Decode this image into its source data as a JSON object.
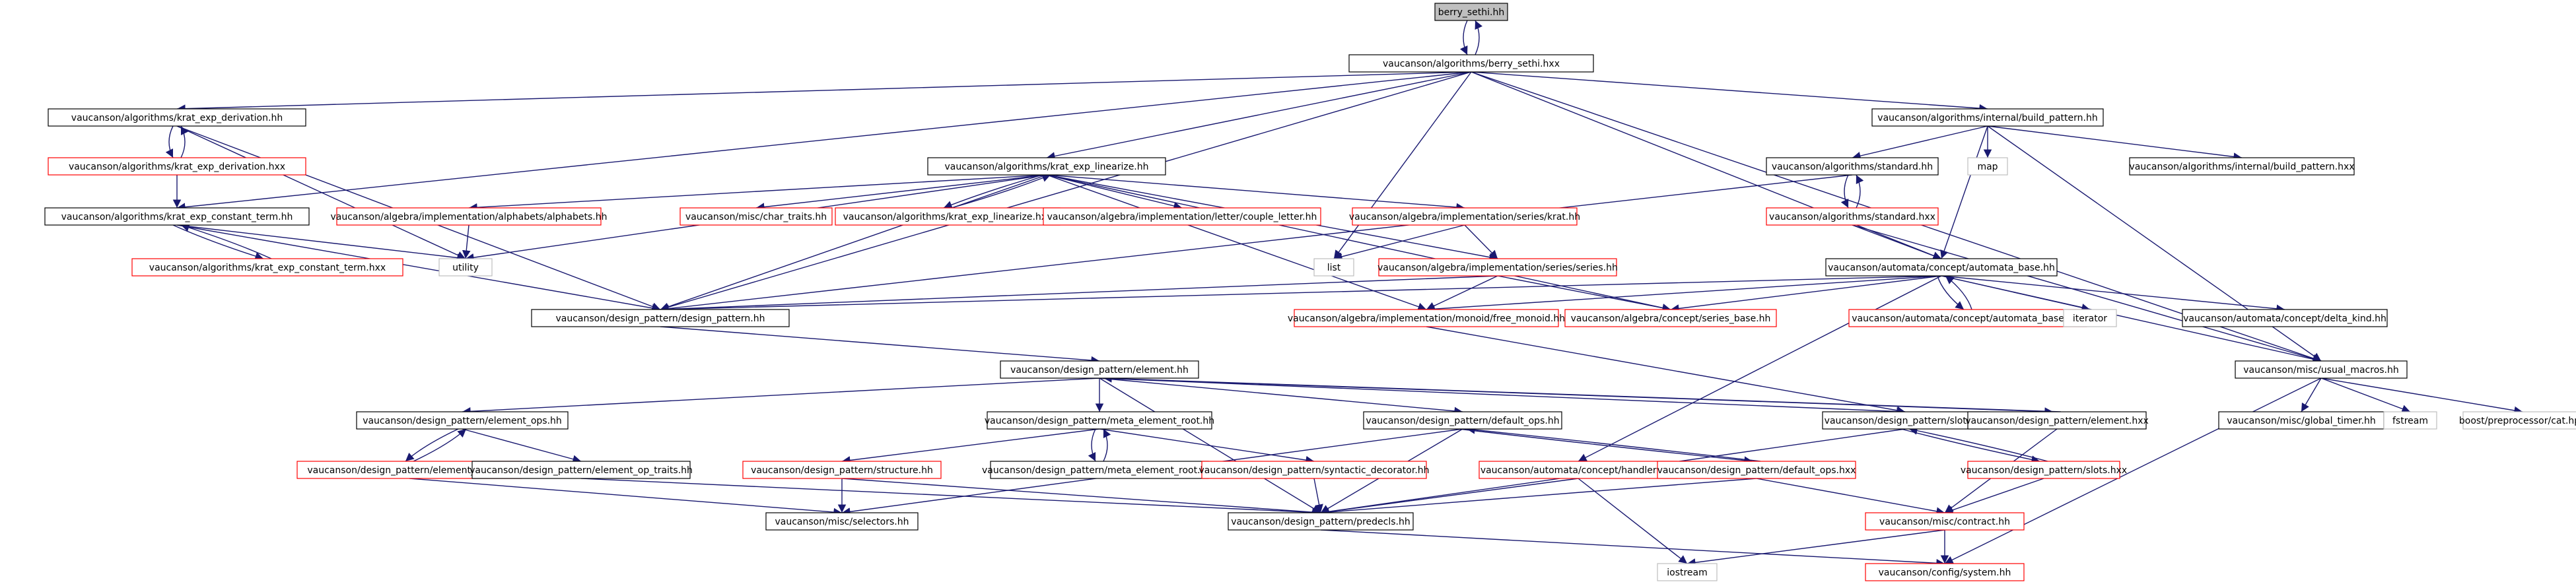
{
  "colors": {
    "edge": "#191970",
    "box_black": "#000000",
    "box_red": "#ff0000",
    "box_gray": "#bfbfbf",
    "root_fill": "#bfbfbf",
    "text": "#000000"
  },
  "nodes": [
    {
      "id": "n0",
      "label": "berry_sethi.hh",
      "style": "root"
    },
    {
      "id": "n1",
      "label": "vaucanson/algorithms/berry_sethi.hxx",
      "style": "black"
    },
    {
      "id": "n2",
      "label": "vaucanson/algorithms/krat_exp_derivation.hh",
      "style": "black"
    },
    {
      "id": "n3",
      "label": "vaucanson/algorithms/krat_exp_derivation.hxx",
      "style": "red"
    },
    {
      "id": "n4",
      "label": "vaucanson/algorithms/krat_exp_constant_term.hh",
      "style": "black"
    },
    {
      "id": "n5",
      "label": "vaucanson/algorithms/krat_exp_constant_term.hxx",
      "style": "red"
    },
    {
      "id": "n6",
      "label": "vaucanson/algorithms/krat_exp_linearize.hh",
      "style": "black"
    },
    {
      "id": "n7",
      "label": "vaucanson/algebra/implementation/alphabets/alphabets.hh",
      "style": "red"
    },
    {
      "id": "n8",
      "label": "vaucanson/misc/char_traits.hh",
      "style": "red"
    },
    {
      "id": "n9",
      "label": "vaucanson/algorithms/krat_exp_linearize.hxx",
      "style": "red"
    },
    {
      "id": "n10",
      "label": "vaucanson/algebra/implementation/letter/couple_letter.hh",
      "style": "red"
    },
    {
      "id": "n11",
      "label": "vaucanson/algebra/implementation/series/krat.hh",
      "style": "red"
    },
    {
      "id": "n12",
      "label": "utility",
      "style": "gray"
    },
    {
      "id": "n13",
      "label": "list",
      "style": "gray"
    },
    {
      "id": "n14",
      "label": "vaucanson/algebra/implementation/series/series.hh",
      "style": "red"
    },
    {
      "id": "n15",
      "label": "vaucanson/design_pattern/design_pattern.hh",
      "style": "black"
    },
    {
      "id": "n16",
      "label": "vaucanson/algebra/implementation/monoid/free_monoid.hh",
      "style": "red"
    },
    {
      "id": "n17",
      "label": "vaucanson/algebra/concept/series_base.hh",
      "style": "red"
    },
    {
      "id": "n18",
      "label": "vaucanson/algorithms/internal/build_pattern.hh",
      "style": "black"
    },
    {
      "id": "n19",
      "label": "vaucanson/algorithms/standard.hh",
      "style": "black"
    },
    {
      "id": "n20",
      "label": "map",
      "style": "gray"
    },
    {
      "id": "n21",
      "label": "vaucanson/algorithms/internal/build_pattern.hxx",
      "style": "black"
    },
    {
      "id": "n22",
      "label": "vaucanson/algorithms/standard.hxx",
      "style": "red"
    },
    {
      "id": "n23",
      "label": "vaucanson/automata/concept/automata_base.hh",
      "style": "black"
    },
    {
      "id": "n24",
      "label": "vaucanson/automata/concept/automata_base.hxx",
      "style": "red"
    },
    {
      "id": "n25",
      "label": "iterator",
      "style": "gray"
    },
    {
      "id": "n26",
      "label": "vaucanson/automata/concept/delta_kind.hh",
      "style": "black"
    },
    {
      "id": "n27",
      "label": "vaucanson/misc/usual_macros.hh",
      "style": "black"
    },
    {
      "id": "n28",
      "label": "vaucanson/misc/global_timer.hh",
      "style": "black"
    },
    {
      "id": "n29",
      "label": "fstream",
      "style": "gray"
    },
    {
      "id": "n30",
      "label": "boost/preprocessor/cat.hpp",
      "style": "gray"
    },
    {
      "id": "n31",
      "label": "vaucanson/design_pattern/element.hh",
      "style": "black"
    },
    {
      "id": "n32",
      "label": "vaucanson/design_pattern/element_ops.hh",
      "style": "black"
    },
    {
      "id": "n33",
      "label": "vaucanson/design_pattern/element_ops.hxx",
      "style": "red"
    },
    {
      "id": "n34",
      "label": "vaucanson/design_pattern/element_op_traits.hh",
      "style": "black"
    },
    {
      "id": "n35",
      "label": "vaucanson/design_pattern/meta_element_root.hh",
      "style": "black"
    },
    {
      "id": "n36",
      "label": "vaucanson/design_pattern/structure.hh",
      "style": "red"
    },
    {
      "id": "n37",
      "label": "vaucanson/design_pattern/meta_element_root.hxx",
      "style": "black"
    },
    {
      "id": "n38",
      "label": "vaucanson/design_pattern/syntactic_decorator.hh",
      "style": "red"
    },
    {
      "id": "n39",
      "label": "vaucanson/design_pattern/default_ops.hh",
      "style": "black"
    },
    {
      "id": "n40",
      "label": "vaucanson/automata/concept/handlers.hh",
      "style": "red"
    },
    {
      "id": "n41",
      "label": "vaucanson/design_pattern/default_ops.hxx",
      "style": "red"
    },
    {
      "id": "n42",
      "label": "vaucanson/design_pattern/slots.hh",
      "style": "black"
    },
    {
      "id": "n43",
      "label": "vaucanson/design_pattern/element.hxx",
      "style": "black"
    },
    {
      "id": "n44",
      "label": "vaucanson/design_pattern/slots.hxx",
      "style": "red"
    },
    {
      "id": "n45",
      "label": "vaucanson/misc/selectors.hh",
      "style": "black"
    },
    {
      "id": "n46",
      "label": "vaucanson/design_pattern/predecls.hh",
      "style": "black"
    },
    {
      "id": "n47",
      "label": "vaucanson/misc/contract.hh",
      "style": "red"
    },
    {
      "id": "n48",
      "label": "iostream",
      "style": "gray"
    },
    {
      "id": "n49",
      "label": "vaucanson/config/system.hh",
      "style": "red"
    }
  ],
  "edges": [
    [
      "n0",
      "n1"
    ],
    [
      "n1",
      "n0"
    ],
    [
      "n1",
      "n2"
    ],
    [
      "n1",
      "n4"
    ],
    [
      "n1",
      "n6"
    ],
    [
      "n1",
      "n15"
    ],
    [
      "n1",
      "n13"
    ],
    [
      "n1",
      "n23"
    ],
    [
      "n1",
      "n18"
    ],
    [
      "n1",
      "n27"
    ],
    [
      "n2",
      "n3"
    ],
    [
      "n3",
      "n2"
    ],
    [
      "n2",
      "n12"
    ],
    [
      "n2",
      "n15"
    ],
    [
      "n3",
      "n4"
    ],
    [
      "n4",
      "n5"
    ],
    [
      "n5",
      "n4"
    ],
    [
      "n4",
      "n12"
    ],
    [
      "n4",
      "n15"
    ],
    [
      "n6",
      "n7"
    ],
    [
      "n6",
      "n8"
    ],
    [
      "n6",
      "n9"
    ],
    [
      "n9",
      "n6"
    ],
    [
      "n6",
      "n10"
    ],
    [
      "n6",
      "n11"
    ],
    [
      "n6",
      "n12"
    ],
    [
      "n6",
      "n14"
    ],
    [
      "n6",
      "n15"
    ],
    [
      "n6",
      "n16"
    ],
    [
      "n6",
      "n17"
    ],
    [
      "n7",
      "n12"
    ],
    [
      "n11",
      "n13"
    ],
    [
      "n11",
      "n14"
    ],
    [
      "n14",
      "n15"
    ],
    [
      "n14",
      "n16"
    ],
    [
      "n14",
      "n17"
    ],
    [
      "n18",
      "n19"
    ],
    [
      "n18",
      "n20"
    ],
    [
      "n18",
      "n21"
    ],
    [
      "n18",
      "n23"
    ],
    [
      "n18",
      "n27"
    ],
    [
      "n19",
      "n22"
    ],
    [
      "n22",
      "n19"
    ],
    [
      "n19",
      "n15"
    ],
    [
      "n22",
      "n23"
    ],
    [
      "n22",
      "n27"
    ],
    [
      "n23",
      "n15"
    ],
    [
      "n23",
      "n16"
    ],
    [
      "n23",
      "n17"
    ],
    [
      "n23",
      "n24"
    ],
    [
      "n24",
      "n23"
    ],
    [
      "n23",
      "n25"
    ],
    [
      "n23",
      "n26"
    ],
    [
      "n23",
      "n40"
    ],
    [
      "n23",
      "n27"
    ],
    [
      "n16",
      "n42"
    ],
    [
      "n27",
      "n28"
    ],
    [
      "n27",
      "n29"
    ],
    [
      "n27",
      "n30"
    ],
    [
      "n27",
      "n49"
    ],
    [
      "n15",
      "n31"
    ],
    [
      "n31",
      "n32"
    ],
    [
      "n31",
      "n35"
    ],
    [
      "n31",
      "n39"
    ],
    [
      "n31",
      "n42"
    ],
    [
      "n31",
      "n43"
    ],
    [
      "n43",
      "n31"
    ],
    [
      "n31",
      "n46"
    ],
    [
      "n32",
      "n33"
    ],
    [
      "n33",
      "n32"
    ],
    [
      "n32",
      "n34"
    ],
    [
      "n33",
      "n45"
    ],
    [
      "n34",
      "n46"
    ],
    [
      "n35",
      "n36"
    ],
    [
      "n35",
      "n37"
    ],
    [
      "n37",
      "n35"
    ],
    [
      "n35",
      "n38"
    ],
    [
      "n36",
      "n45"
    ],
    [
      "n36",
      "n46"
    ],
    [
      "n38",
      "n46"
    ],
    [
      "n39",
      "n41"
    ],
    [
      "n41",
      "n39"
    ],
    [
      "n39",
      "n45"
    ],
    [
      "n39",
      "n46"
    ],
    [
      "n41",
      "n46"
    ],
    [
      "n41",
      "n47"
    ],
    [
      "n40",
      "n46"
    ],
    [
      "n40",
      "n48"
    ],
    [
      "n42",
      "n44"
    ],
    [
      "n44",
      "n42"
    ],
    [
      "n42",
      "n46"
    ],
    [
      "n44",
      "n47"
    ],
    [
      "n43",
      "n47"
    ],
    [
      "n46",
      "n49"
    ],
    [
      "n47",
      "n49"
    ],
    [
      "n47",
      "n48"
    ]
  ]
}
